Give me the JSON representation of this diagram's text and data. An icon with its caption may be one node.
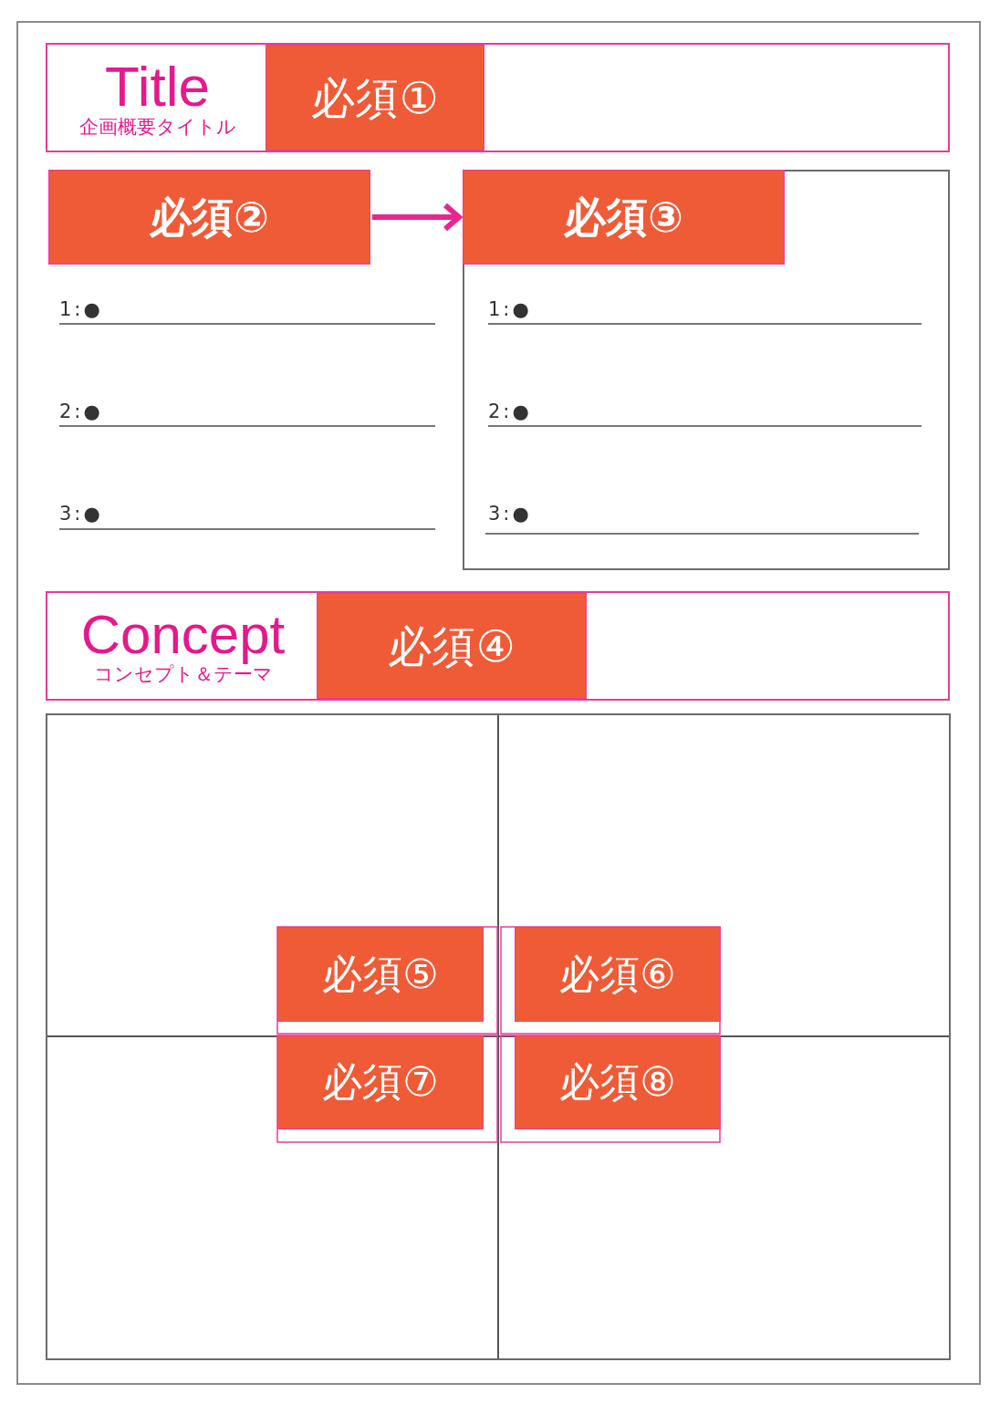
{
  "diagram": {
    "nodes": [
      {
        "text": [
          "Title",
          "企画概要タイトル"
        ]
      },
      {
        "text": [
          "必須①"
        ],
        "in": 0
      },
      {
        "text": [
          "必須②"
        ]
      },
      {
        "text": [],
        "shape": "box"
      },
      {
        "text": [
          "必須③"
        ],
        "in": 3
      },
      {
        "text": [
          "Concept",
          "コンセプト＆テーマ"
        ]
      },
      {
        "text": [
          "必須④"
        ],
        "in": 5
      },
      {
        "text": [],
        "shape": "box"
      },
      {
        "text": [
          "必須⑤"
        ],
        "in": 7
      },
      {
        "text": [
          "必須⑥"
        ],
        "in": 7
      },
      {
        "text": [
          "必須⑦"
        ],
        "in": 7
      },
      {
        "text": [
          "必須⑧"
        ],
        "in": 7
      }
    ],
    "edges": [
      {
        "from": 2,
        "to": 4,
        "arrow": "to",
        "color": "#e9268f"
      }
    ],
    "labels": [
      "1:●",
      "2:●",
      "3:●",
      "1:●",
      "2:●",
      "3:●"
    ]
  }
}
